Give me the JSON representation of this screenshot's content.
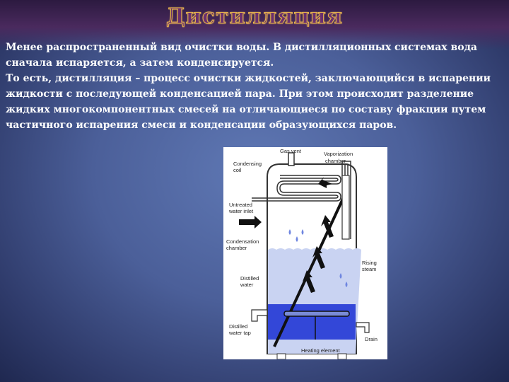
{
  "slide": {
    "title": "Дистилляция",
    "paragraph1": "Менее распространенный вид очистки воды. В дистилляционных системах вода сначала испаряется, а затем конденсируется.",
    "paragraph2": "То есть, дистилляция – процесс очистки жидкостей, заключающийся в испарении жидкости с последующей конденсацией пара. При этом происходит разделение жидких многокомпонентных смесей на отличающиеся по составу фракции путем частичного испарения смеси и конденсации образующихся паров."
  },
  "diagram": {
    "labels": {
      "gas_vent": "Gas vent",
      "vaporization_1": "Vaporization",
      "vaporization_2": "chamber",
      "condensing_1": "Condensing",
      "condensing_2": "coil",
      "untreated_1": "Untreated",
      "untreated_2": "water inlet",
      "condensation_1": "Condensation",
      "condensation_2": "chamber",
      "rising_1": "Rising",
      "rising_2": "steam",
      "distilled_1": "Distilled",
      "distilled_2": "water",
      "tap_1": "Distilled",
      "tap_2": "water tap",
      "drain": "Drain",
      "heating": "Heating element"
    },
    "colors": {
      "water_light": "#c9d3f2",
      "water_dark": "#3347d8",
      "drops": "#6f86e0",
      "outline": "#333333"
    }
  }
}
